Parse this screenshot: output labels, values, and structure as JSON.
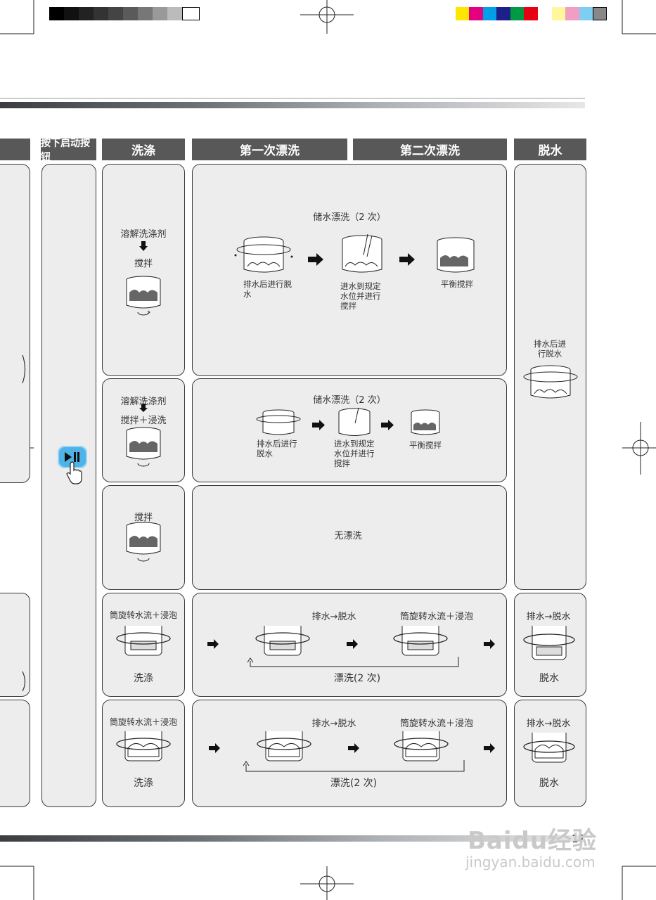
{
  "header": {
    "start_button": "按下启动按钮",
    "wash": "洗涤",
    "rinse1": "第一次漂洗",
    "rinse2": "第二次漂洗",
    "spin": "脱水"
  },
  "rows": {
    "r1": {
      "wash_step1": "溶解洗涤剂",
      "wash_step2": "搅拌",
      "rinse_title": "储水漂洗（2 次）",
      "rinse_a": "排水后进行脱水",
      "rinse_b": "进水到规定水位并进行搅拌",
      "rinse_c": "平衡搅拌"
    },
    "r2": {
      "wash_step1": "溶解洗涤剂",
      "wash_step2": "搅拌＋浸洗",
      "rinse_title": "储水漂洗（2 次）",
      "rinse_a": "排水后进行脱水",
      "rinse_b": "进水到规定水位并进行搅拌",
      "rinse_c": "平衡搅拌"
    },
    "r3": {
      "wash_step1": "搅拌",
      "rinse_text": "无漂洗"
    },
    "spin_shared": "排水后进行脱水",
    "r4": {
      "wash_top": "筒旋转水流＋浸泡",
      "wash_bottom": "洗涤",
      "rinse_label1": "排水→脱水",
      "rinse_label2": "筒旋转水流＋浸泡",
      "rinse_bottom": "漂洗(2 次)",
      "spin_top": "排水→脱水",
      "spin_bottom": "脱水"
    },
    "r5": {
      "wash_top": "筒旋转水流＋浸泡",
      "wash_bottom": "洗涤",
      "rinse_label1": "排水→脱水",
      "rinse_label2": "筒旋转水流＋浸泡",
      "rinse_bottom": "漂洗(2 次)",
      "spin_top": "排水→脱水",
      "spin_bottom": "脱水"
    }
  },
  "icons": {
    "start_pause": "play-pause-button-icon",
    "hand": "pointing-hand-icon",
    "tub": "washer-tub-icon",
    "arrow": "right-arrow-icon"
  },
  "footer": {
    "page_number": "17",
    "watermark_brand": "Baidu经验",
    "watermark_url": "jingyan.baidu.com"
  },
  "colors": {
    "header_bg": "#585858",
    "box_bg": "#ededed",
    "button_blue": "#4fb3e8"
  }
}
